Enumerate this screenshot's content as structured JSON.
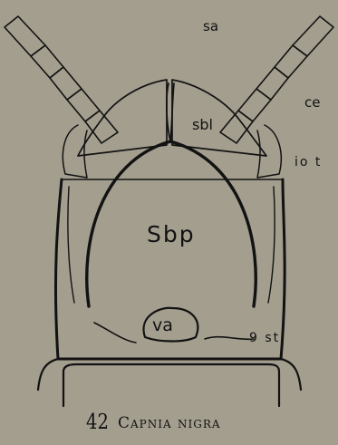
{
  "figure": {
    "number": "42",
    "caption": "Capnia nigra"
  },
  "labels": {
    "sa": "sa",
    "ce": "ce",
    "sbl": "sbl",
    "iot": "io t",
    "sbp": "Sbp",
    "va": "va",
    "nine_st": "9 st"
  },
  "colors": {
    "background": "#a39e8e",
    "ink": "#121212"
  }
}
